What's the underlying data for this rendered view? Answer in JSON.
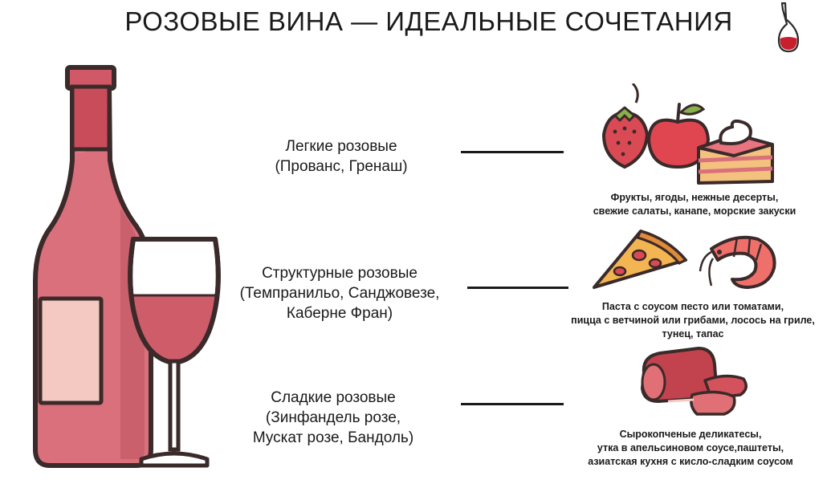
{
  "title": "РОЗОВЫЕ ВИНА — ИДЕАЛЬНЫЕ СОЧЕТАНИЯ",
  "colors": {
    "bottle": "#d9707b",
    "bottle_dark": "#b9505d",
    "label": "#f3c9c2",
    "wine": "#cf5c69",
    "outline": "#3a2a2a"
  },
  "icons": [
    "decanter-icon",
    "rose-wine-bottle-icon",
    "wine-glass-icon",
    "strawberry-icon",
    "apple-icon",
    "cake-icon",
    "pizza-icon",
    "shrimp-icon",
    "cured-meat-icon"
  ],
  "categories": [
    {
      "wine_lines": [
        "Легкие розовые",
        "(Прованс, Гренаш)"
      ],
      "food_lines": [
        "Фрукты, ягоды, нежные десерты,",
        "свежие салаты, канапе, морские закуски"
      ]
    },
    {
      "wine_lines": [
        "Структурные розовые",
        "(Темпранильо, Санджовезе,",
        "Каберне Фран)"
      ],
      "food_lines": [
        "Паста с соусом песто или томатами,",
        "пицца с ветчиной или грибами, лосось на гриле,",
        "тунец, тапас"
      ]
    },
    {
      "wine_lines": [
        "Сладкие розовые",
        "(Зинфандель розе,",
        "Мускат розе, Бандоль)"
      ],
      "food_lines": [
        "Сырокопченые деликатесы,",
        "утка в апельсиновом соусе,паштеты,",
        "азиатская кухня с кисло-сладким соусом"
      ]
    }
  ]
}
